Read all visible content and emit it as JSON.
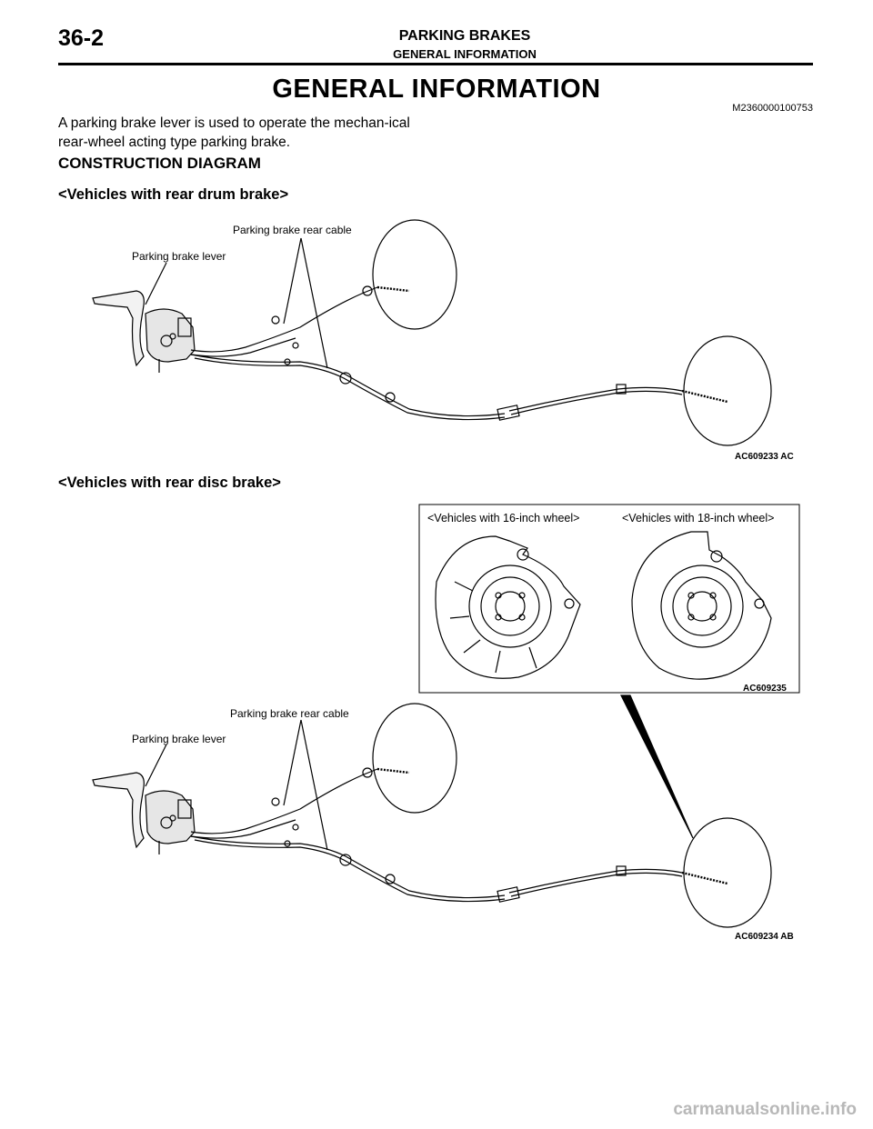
{
  "header": {
    "page_number": "36-2",
    "chapter_title": "PARKING BRAKES",
    "section_title": "GENERAL INFORMATION"
  },
  "main": {
    "title": "GENERAL INFORMATION",
    "doc_id": "M2360000100753",
    "intro": "A parking brake lever is used to operate the mechan-ical rear-wheel acting type parking brake.",
    "section_heading": "CONSTRUCTION DIAGRAM"
  },
  "figure_drum": {
    "heading": "<Vehicles with rear drum brake>",
    "label_cable": "Parking brake rear cable",
    "label_lever": "Parking brake lever",
    "figure_id": "AC609233 AC"
  },
  "figure_disc": {
    "heading": "<Vehicles with rear disc brake>",
    "inset_caption_16": "<Vehicles with 16-inch wheel>",
    "inset_caption_18": "<Vehicles with 18-inch wheel>",
    "inset_figure_id": "AC609235",
    "label_cable": "Parking brake rear cable",
    "label_lever": "Parking brake lever",
    "figure_id": "AC609234 AB"
  },
  "watermark": "carmanualsonline.info"
}
